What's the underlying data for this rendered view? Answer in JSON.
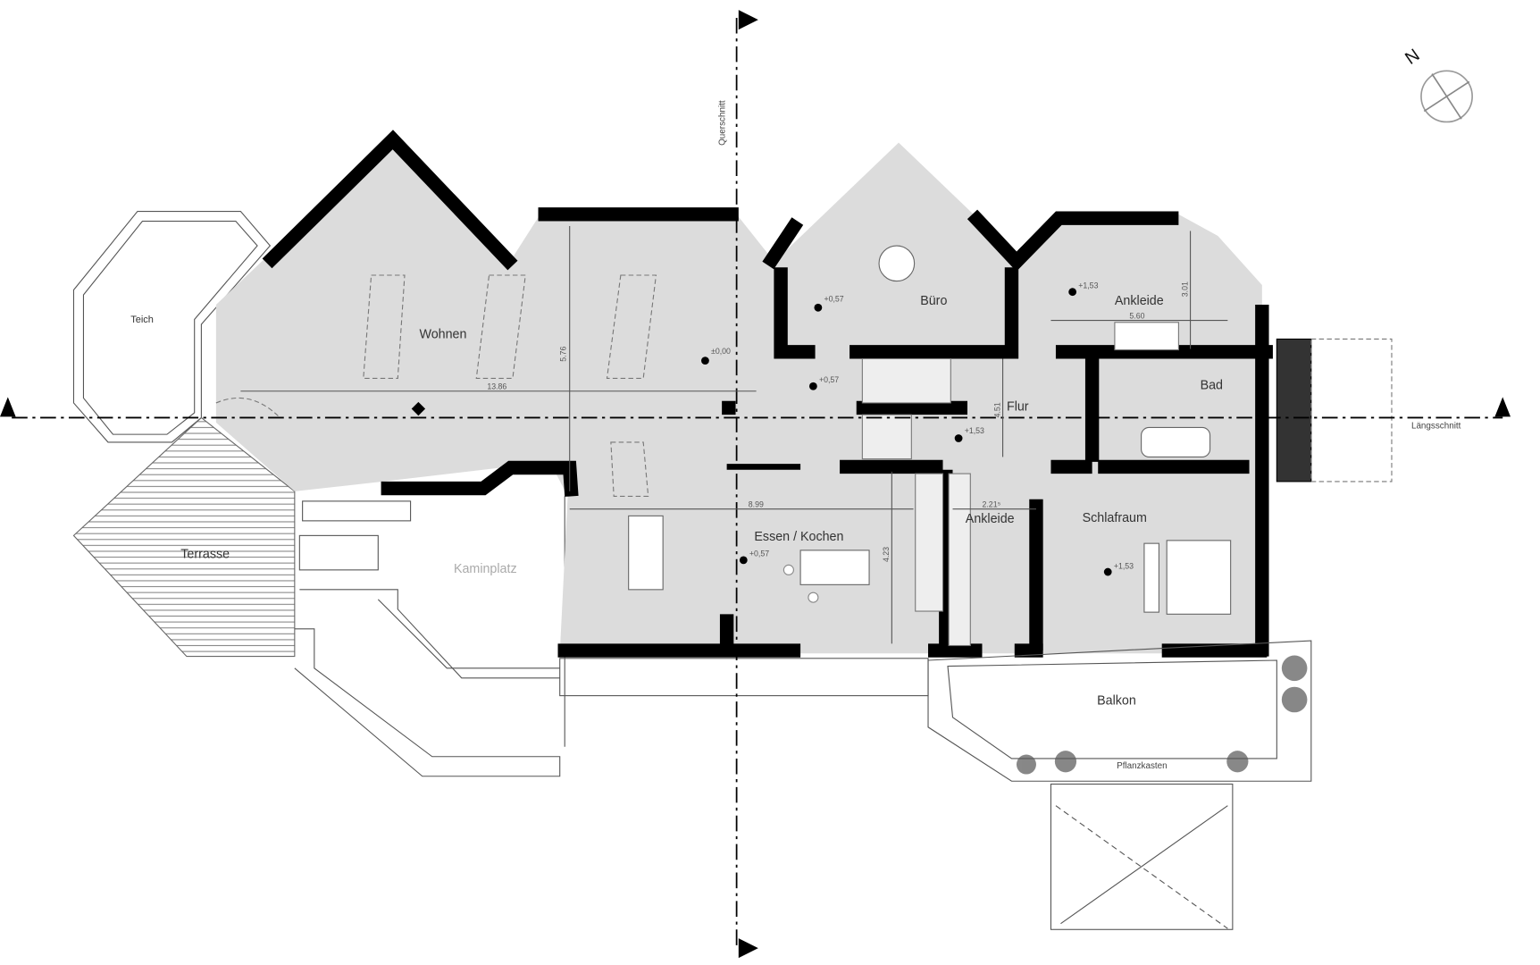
{
  "plan": {
    "rooms": {
      "teich": "Teich",
      "wohnen": "Wohnen",
      "buero": "Büro",
      "ankleide_top": "Ankleide",
      "bad": "Bad",
      "flur": "Flur",
      "essen_kochen": "Essen / Kochen",
      "ankleide_bottom": "Ankleide",
      "schlafraum": "Schlafraum",
      "terrasse": "Terrasse",
      "kaminplatz": "Kaminplatz",
      "balkon": "Balkon",
      "pflanzkasten": "Pflanzkasten"
    },
    "sections": {
      "querschnitt": "Querschnitt",
      "laengsschnitt": "Längsschnitt"
    },
    "north_label": "N",
    "dimensions": [
      "13.86",
      "5.76",
      "3.01",
      "5.60",
      "4.51",
      "8.99",
      "4.23",
      "2.21⁵"
    ],
    "elevations": [
      "±0,00",
      "+0,57",
      "+0,57",
      "+0,57",
      "+1,53",
      "+1,53",
      "+1,53"
    ],
    "colors": {
      "floor": "#dcdcdc",
      "wall": "#000000",
      "background": "#ffffff"
    }
  }
}
